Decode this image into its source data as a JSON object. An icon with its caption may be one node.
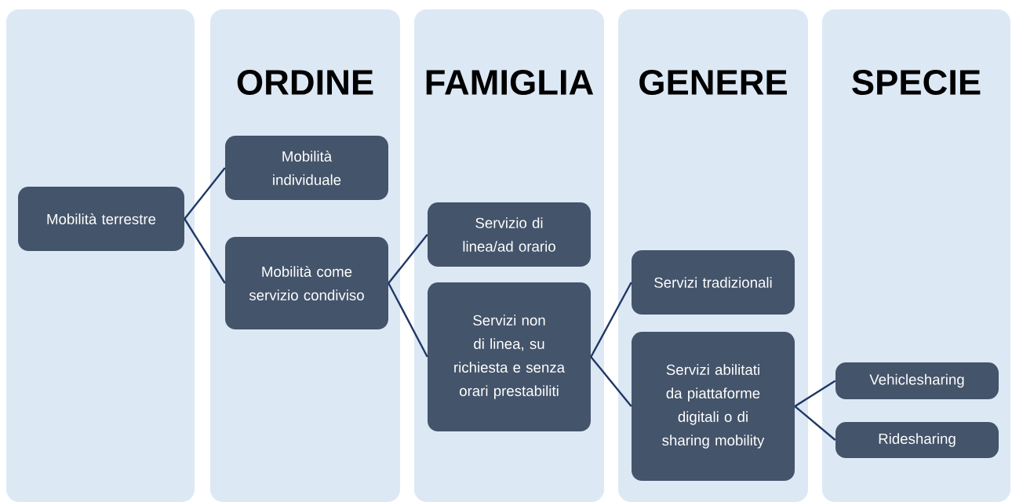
{
  "diagram": {
    "nodes": [
      {
        "text": [],
        "shape": "box"
      },
      {
        "text": [
          "Mobilità terrestre"
        ],
        "in": 0
      },
      {
        "text": [
          "ORDINE"
        ]
      },
      {
        "text": [
          "Mobilità individuale"
        ],
        "in": 2
      },
      {
        "text": [
          "Mobilità come servizio condiviso"
        ],
        "in": 2
      },
      {
        "text": [
          "FAMIGLIA"
        ]
      },
      {
        "text": [
          "Servizio di linea/ad orario"
        ],
        "in": 5
      },
      {
        "text": [
          "Servizi non di linea, su richiesta e senza orari prestabiliti"
        ],
        "in": 5
      },
      {
        "text": [
          "GENERE"
        ]
      },
      {
        "text": [
          "Servizi tradizionali"
        ],
        "in": 8
      },
      {
        "text": [
          "Servizi abilitati da piattaforme digitali o di sharing mobility"
        ],
        "in": 8
      },
      {
        "text": [
          "SPECIE"
        ]
      },
      {
        "text": [
          "Vehiclesharing"
        ],
        "in": 11
      },
      {
        "text": [
          "Ridesharing"
        ],
        "in": 11
      }
    ],
    "edges": [
      {
        "from": 1,
        "to": 3,
        "arrow": "none"
      },
      {
        "from": 1,
        "to": 4,
        "arrow": "none"
      },
      {
        "from": 4,
        "to": 6,
        "arrow": "none"
      },
      {
        "from": 4,
        "to": 7,
        "arrow": "none"
      },
      {
        "from": 7,
        "to": 9,
        "arrow": "none"
      },
      {
        "from": 7,
        "to": 10,
        "arrow": "none"
      },
      {
        "from": 10,
        "to": 12,
        "arrow": "none"
      },
      {
        "from": 10,
        "to": 13,
        "arrow": "none"
      }
    ]
  }
}
